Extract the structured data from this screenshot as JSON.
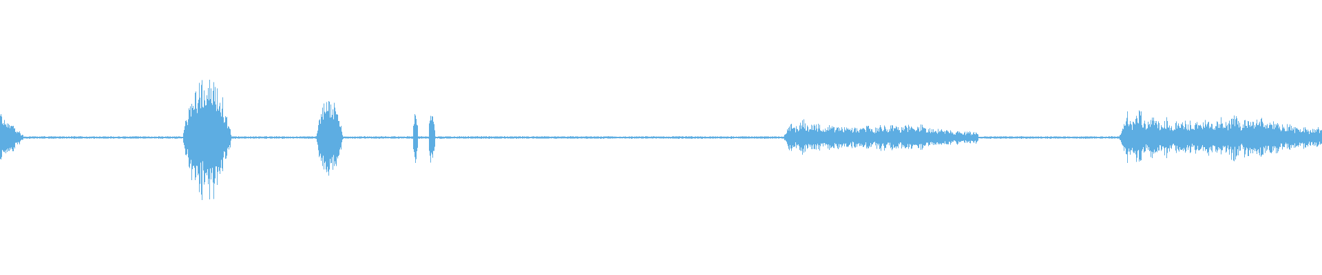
{
  "waveform": {
    "color": "#5dade2",
    "background": "#ffffff",
    "noise_floor": 0.012,
    "segments": [
      {
        "start": 0.0,
        "end": 0.018,
        "peak": 0.26,
        "shape": "decay"
      },
      {
        "start": 0.138,
        "end": 0.175,
        "peak": 0.64,
        "shape": "burst"
      },
      {
        "start": 0.239,
        "end": 0.259,
        "peak": 0.42,
        "shape": "burst"
      },
      {
        "start": 0.312,
        "end": 0.316,
        "peak": 0.27,
        "shape": "spike"
      },
      {
        "start": 0.324,
        "end": 0.329,
        "peak": 0.27,
        "shape": "spike"
      },
      {
        "start": 0.592,
        "end": 0.74,
        "peak": 0.15,
        "shape": "sustain"
      },
      {
        "start": 0.846,
        "end": 1.0,
        "peak": 0.23,
        "shape": "sustain"
      }
    ]
  }
}
